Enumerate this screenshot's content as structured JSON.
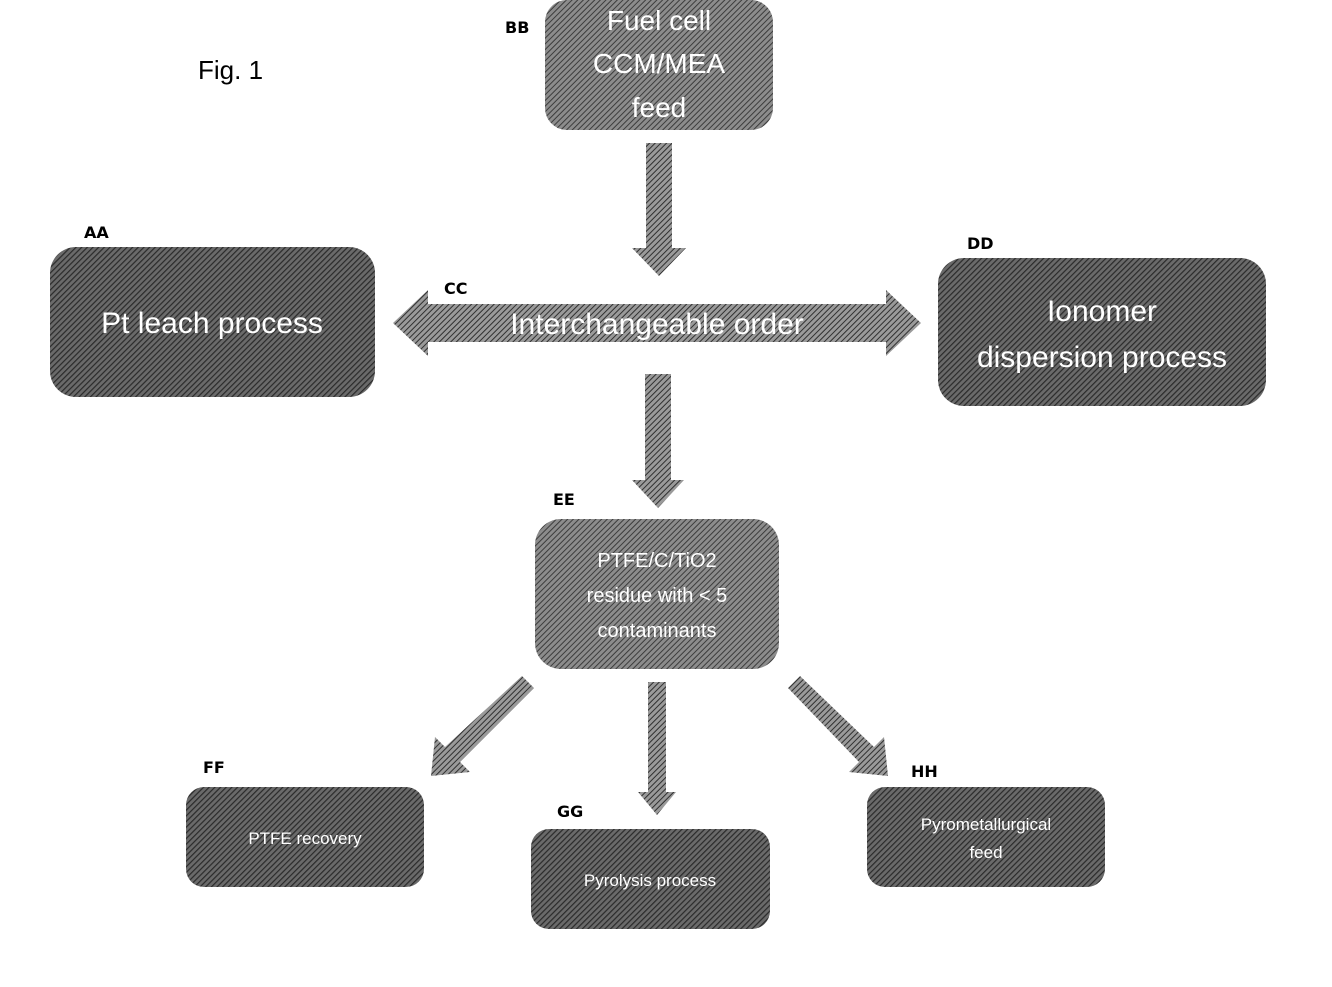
{
  "figure_label": "Fig. 1",
  "nodes": {
    "bb": {
      "tag": "BB",
      "lines": [
        "Fuel cell",
        "CCM/MEA",
        "feed"
      ]
    },
    "aa": {
      "tag": "AA",
      "lines": [
        "Pt leach process"
      ]
    },
    "cc": {
      "tag": "CC",
      "label": "Interchangeable order"
    },
    "dd": {
      "tag": "DD",
      "lines": [
        "Ionomer",
        "dispersion process"
      ]
    },
    "ee": {
      "tag": "EE",
      "lines": [
        "PTFE/C/TiO2",
        "residue with < 5",
        "contaminants"
      ]
    },
    "ff": {
      "tag": "FF",
      "lines": [
        "PTFE recovery"
      ]
    },
    "gg": {
      "tag": "GG",
      "lines": [
        "Pyrolysis process"
      ]
    },
    "hh": {
      "tag": "HH",
      "lines": [
        "Pyrometallurgical",
        "feed"
      ]
    }
  },
  "colors": {
    "fill_dark": "#3a3a3a",
    "fill_light": "#8a8a8a",
    "text": "#ffffff"
  }
}
